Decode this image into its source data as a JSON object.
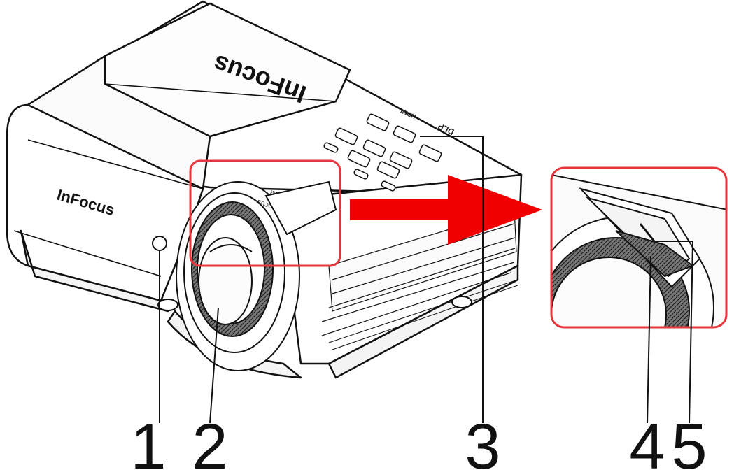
{
  "diagram": {
    "brand_top": "InFocus",
    "brand_front": "InFocus",
    "panel_hdmi": "HDMI",
    "panel_dlp": "DLP",
    "lens_marks": {
      "focus": "FOCUS",
      "zoom": "ZOOM"
    },
    "callouts": [
      {
        "id": "1",
        "label": "1"
      },
      {
        "id": "2",
        "label": "2"
      },
      {
        "id": "3",
        "label": "3"
      },
      {
        "id": "4",
        "label": "4"
      },
      {
        "id": "5",
        "label": "5"
      }
    ],
    "colors": {
      "highlight": "#e8343b",
      "arrow": "#f00000",
      "outline": "#111111",
      "body_fill": "#ffffff"
    }
  }
}
